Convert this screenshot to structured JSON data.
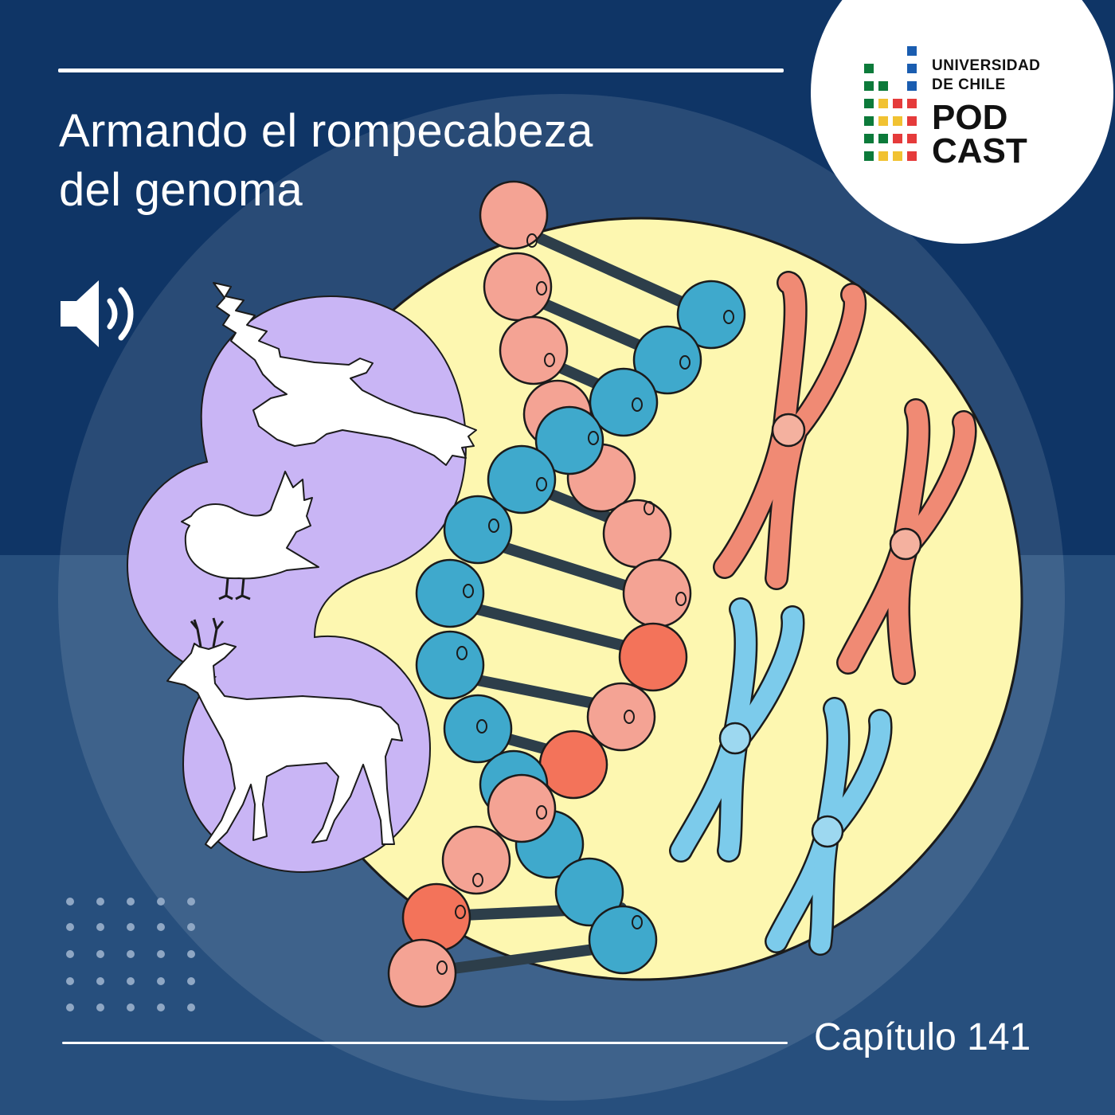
{
  "title": {
    "line1": "Armando el rompecabeza",
    "line2": "del genoma"
  },
  "episode_label": "Capítulo 141",
  "logo": {
    "line1": "UNIVERSIDAD",
    "line2": "DE CHILE",
    "line3": "POD",
    "line4": "CAST"
  },
  "colors": {
    "background_dark": "#0f3566",
    "background_light": "#274f7d",
    "circle_yellow": "#fdf7b0",
    "animals_lavender": "#c9b5f5",
    "dna_red": "#f4a394",
    "dna_blue": "#3fa9cc",
    "chromosome_red": "#f08a74",
    "chromosome_blue": "#7ccbeb"
  },
  "icons": [
    "speaker-icon",
    "eagle-icon",
    "bird-icon",
    "deer-icon",
    "dna-helix-icon",
    "chromosome-icon",
    "podcast-waves-icon"
  ]
}
